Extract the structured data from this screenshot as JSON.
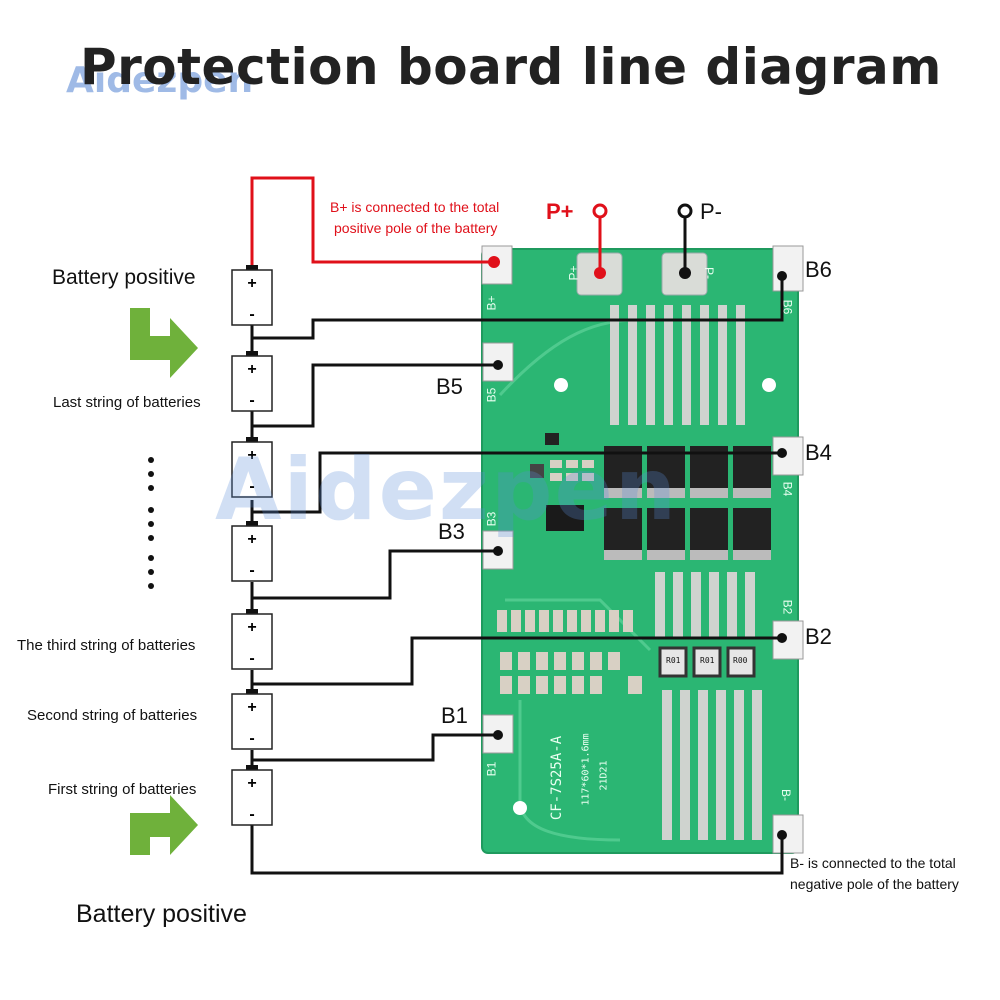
{
  "title": "Protection board line diagram",
  "watermark": "Aidezpen",
  "pcb_watermark": "Aidezpen",
  "top_labels": {
    "battery_positive": "Battery positive",
    "b_plus_note": [
      "B+ is connected to the total",
      "positive pole of the battery"
    ],
    "b_minus_note": [
      "B- is connected to the total",
      "negative pole of the battery"
    ],
    "p_plus": "P+",
    "p_minus": "P-"
  },
  "strings": {
    "last": "Last string of batteries",
    "third": "The third string of batteries",
    "second": "Second string of batteries",
    "first": "First string of batteries"
  },
  "bottom_label": "Battery positive",
  "wire_labels": [
    "B6",
    "B5",
    "B4",
    "B3",
    "B2",
    "B1"
  ],
  "board": {
    "model": "CF-7S25A-A",
    "size": "117*60*1.6mm",
    "date": "21D21",
    "pad_labels": [
      "B+",
      "B6",
      "B5",
      "B4",
      "B3",
      "B2",
      "B1",
      "B-",
      "P+",
      "P-"
    ],
    "resistor_marks": [
      "R01",
      "R01",
      "R00"
    ]
  },
  "battery_symbols": {
    "plus": "+",
    "minus": "-"
  },
  "colors": {
    "wire": "#111111",
    "b_plus_wire": "#e0101a",
    "board": "#2bb673",
    "arrow": "#6fb13b"
  }
}
